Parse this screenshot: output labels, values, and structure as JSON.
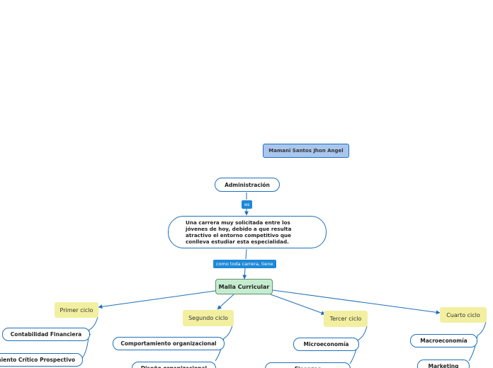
{
  "author": "Mamani Santos Jhon Angel",
  "root": "Administración",
  "link_root_desc": "es",
  "description": "Una carrera muy solicitada entre los jóvenes de hoy, debido a que resulta atractivo el entorno competitivo que conlleva estudiar esta especialidad.",
  "link_desc_central": "como toda carrera, tiene",
  "central": "Malla Curricular",
  "cycles": [
    {
      "label": "Primer ciclo",
      "courses": [
        "Contabilidad Financiera",
        "Pensamiento Crítico Prospectivo"
      ]
    },
    {
      "label": "Segundo ciclo",
      "courses": [
        "Comportamiento organizacional",
        "Diseño organizacional"
      ]
    },
    {
      "label": "Tercer ciclo",
      "courses": [
        "Microeconomía",
        "Finanzas"
      ]
    },
    {
      "label": "Cuarto ciclo",
      "courses": [
        "Macroeconomía",
        "Marketing"
      ]
    }
  ],
  "colors": {
    "link": "#1f6fba",
    "tag": "#1e88d8",
    "cycle": "#f2f0a0",
    "central": "#c6eccf",
    "author": "#a9c6ee"
  }
}
